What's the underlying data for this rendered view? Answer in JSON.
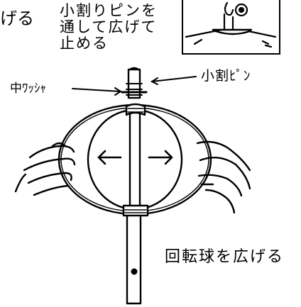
{
  "labels": {
    "top_left": "げる",
    "step_instruction": "小割りピンを\n通して広げて\n止める",
    "middle_washer": "中ﾜｯｼｬ",
    "cotter_pin": "小割ﾋﾟﾝ",
    "spread_ball": "回転球を広げる"
  },
  "icons": {
    "arrow_left": "arrow-left-icon",
    "arrow_right": "arrow-right-icon"
  },
  "colors": {
    "line": "#000000",
    "background": "#ffffff"
  }
}
